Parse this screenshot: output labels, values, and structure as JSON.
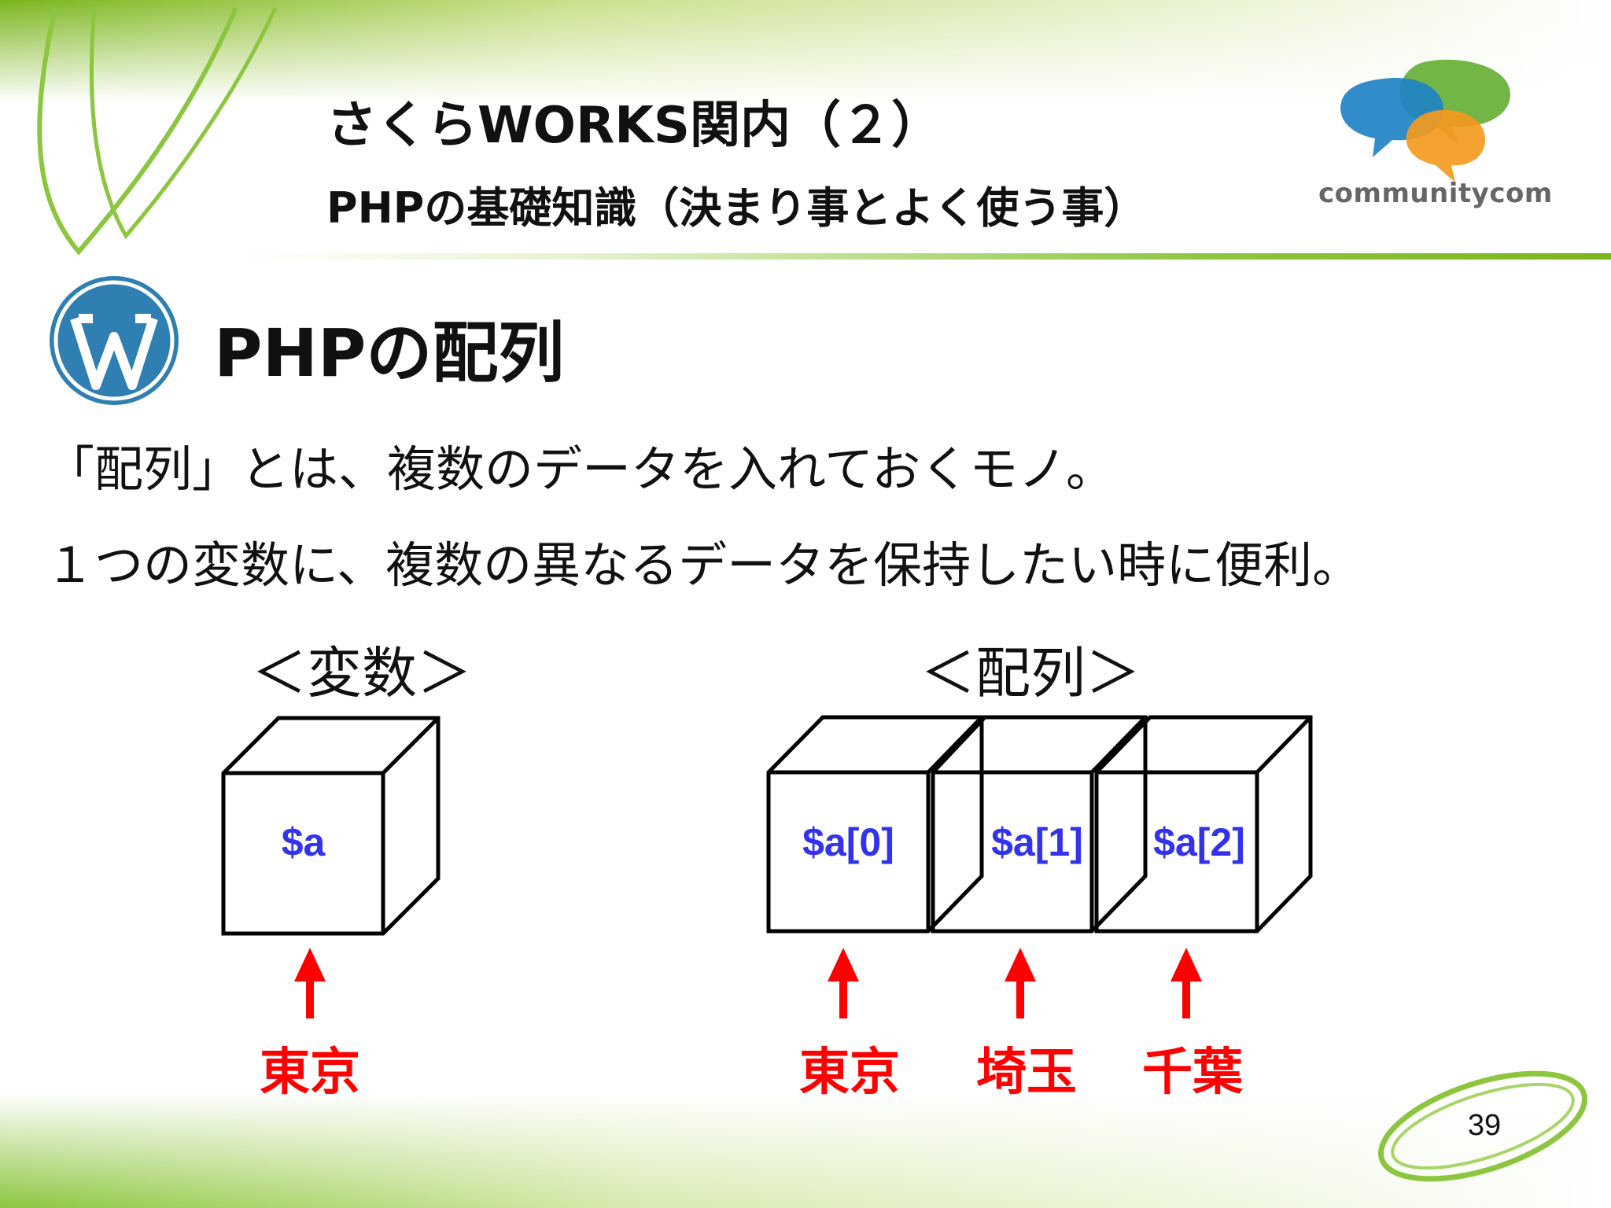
{
  "header": {
    "title": "さくらWORKS関内（２）",
    "subtitle": "PHPの基礎知識（決まり事とよく使う事）",
    "logo_text": "communitycom"
  },
  "slide": {
    "heading": "PHPの配列",
    "description": [
      "「配列」とは、複数のデータを入れておくモノ。",
      "１つの変数に、複数の異なるデータを保持したい時に便利。"
    ]
  },
  "diagram": {
    "variable": {
      "label": "＜変数＞",
      "box_label": "$a",
      "value": "東京"
    },
    "array": {
      "label": "＜配列＞",
      "elements": [
        {
          "box_label": "$a[0]",
          "value": "東京"
        },
        {
          "box_label": "$a[1]",
          "value": "埼玉"
        },
        {
          "box_label": "$a[2]",
          "value": "千葉"
        }
      ]
    }
  },
  "colors": {
    "accent_green": "#8cc63f",
    "variable_blue": "#3333ee",
    "value_red": "#ff0000"
  },
  "footer": {
    "page_number": "39"
  }
}
